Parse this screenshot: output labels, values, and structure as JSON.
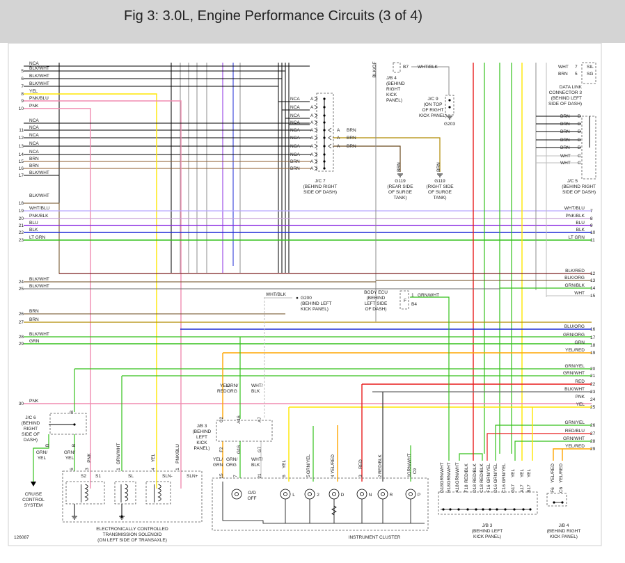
{
  "header": {
    "title": "Fig 3: 3.0L, Engine Performance Circuits (3 of 4)"
  },
  "colors": {
    "black": "#000000",
    "brown": "#8b5a2b",
    "darkbrown": "#6b4a1e",
    "yellow": "#ffe600",
    "pink": "#f08cb0",
    "violet": "#8a2be2",
    "blue": "#1f2bd6",
    "green": "#34c11a",
    "red": "#e81c1c",
    "gray": "#8c8c8c",
    "lightgray": "#bdbdbd",
    "mustard": "#b08a00",
    "orange": "#ffa500",
    "darkred": "#7a1f1f"
  },
  "left_pins": [
    {
      "pin": "",
      "label": "NCA"
    },
    {
      "pin": "5",
      "label": "BLK/WHT"
    },
    {
      "pin": "6",
      "label": "BLK/WHT"
    },
    {
      "pin": "7",
      "label": "BLK/WHT"
    },
    {
      "pin": "8",
      "label": "YEL"
    },
    {
      "pin": "9",
      "label": "PNK/BLU"
    },
    {
      "pin": "10",
      "label": "PNK"
    },
    {
      "pin": "",
      "label": "NCA"
    },
    {
      "pin": "11",
      "label": "NCA"
    },
    {
      "pin": "12",
      "label": "NCA"
    },
    {
      "pin": "13",
      "label": "NCA"
    },
    {
      "pin": "14",
      "label": "NCA"
    },
    {
      "pin": "15",
      "label": "BRN"
    },
    {
      "pin": "16",
      "label": "BRN"
    },
    {
      "pin": "17",
      "label": "BLK/WHT"
    },
    {
      "pin": "",
      "label": "BLK/WHT"
    },
    {
      "pin": "18",
      "label": ""
    },
    {
      "pin": "19",
      "label": "WHT/BLU"
    },
    {
      "pin": "20",
      "label": "PNK/BLK"
    },
    {
      "pin": "21",
      "label": "BLU"
    },
    {
      "pin": "22",
      "label": "BLK"
    },
    {
      "pin": "23",
      "label": "LT GRN"
    },
    {
      "pin": "24",
      "label": "BLK/WHT"
    },
    {
      "pin": "25",
      "label": "BLK/WHT"
    },
    {
      "pin": "26",
      "label": "BRN"
    },
    {
      "pin": "27",
      "label": "BRN"
    },
    {
      "pin": "28",
      "label": "BLK/WHT"
    },
    {
      "pin": "29",
      "label": "GRN"
    },
    {
      "pin": "30",
      "label": "PNK"
    }
  ],
  "right_pins": [
    {
      "pin": "7",
      "label": "WHT/BLU"
    },
    {
      "pin": "8",
      "label": "PNK/BLK"
    },
    {
      "pin": "9",
      "label": "BLU"
    },
    {
      "pin": "10",
      "label": "BLK"
    },
    {
      "pin": "11",
      "label": "LT GRN"
    },
    {
      "pin": "12",
      "label": "BLK/RED"
    },
    {
      "pin": "13",
      "label": "BLK/ORG"
    },
    {
      "pin": "14",
      "label": "GRN/BLK"
    },
    {
      "pin": "15",
      "label": "WHT"
    },
    {
      "pin": "16",
      "label": "BLU/ORG"
    },
    {
      "pin": "17",
      "label": "GRN/ORG"
    },
    {
      "pin": "18",
      "label": "GRN"
    },
    {
      "pin": "19",
      "label": "YEL/RED"
    },
    {
      "pin": "20",
      "label": "GRN/YEL"
    },
    {
      "pin": "21",
      "label": "GRN/WHT"
    },
    {
      "pin": "22",
      "label": "RED"
    },
    {
      "pin": "23",
      "label": "BLK/WHT"
    },
    {
      "pin": "24",
      "label": "PNK"
    },
    {
      "pin": "25",
      "label": "YEL"
    },
    {
      "pin": "26",
      "label": "GRN/YEL"
    },
    {
      "pin": "27",
      "label": "RED/BLU"
    },
    {
      "pin": "28",
      "label": "GRN/WHT"
    },
    {
      "pin": "29",
      "label": "YEL/RED"
    }
  ],
  "jc7": {
    "wires": [
      "NCA",
      "NCA",
      "NCA",
      "NCA",
      "NCA",
      "NCA",
      "NCA",
      "NCA",
      "BRN",
      "BRN"
    ],
    "pin": "A",
    "out_labels": [
      "BRN",
      "BRN",
      "BRN"
    ],
    "caption": [
      "J/C 7",
      "(BEHIND RIGHT",
      "SIDE OF DASH)"
    ]
  },
  "g119_rear": {
    "wire": "BRN",
    "caption": [
      "G119",
      "(REAR SIDE",
      "OF SURGE",
      "TANK)"
    ]
  },
  "g119_right": {
    "wire": "BRN",
    "caption": [
      "G119",
      "(RIGHT SIDE",
      "OF SURGE",
      "TANK)"
    ]
  },
  "jb4_top": {
    "pin": "B7",
    "wire": "WHT/BLK",
    "side_label": "BLK/OF",
    "caption": [
      "J/B 4",
      "(BEHIND",
      "RIGHT",
      "KICK",
      "PANEL)"
    ]
  },
  "jc9": {
    "caption": [
      "J/C 9",
      "(ON TOP",
      "OF RIGHT",
      "KICK PANEL)"
    ],
    "ground": "G203"
  },
  "data_link": {
    "rows": [
      {
        "wire": "WHT",
        "pin": "7",
        "term": "SIL"
      },
      {
        "wire": "BRN",
        "pin": "5",
        "term": "SG"
      }
    ],
    "caption": [
      "DATA LINK",
      "CONNECTOR 3",
      "(BEHIND LEFT",
      "SIDE OF DASH)"
    ]
  },
  "jc5": {
    "rows": [
      {
        "wire": "BRN",
        "pin": "B"
      },
      {
        "wire": "BRN",
        "pin": "B"
      },
      {
        "wire": "BRN",
        "pin": "B"
      },
      {
        "wire": "BRN",
        "pin": "B"
      },
      {
        "wire": "BRN",
        "pin": "B"
      },
      {
        "wire": "WHT",
        "pin": "C"
      },
      {
        "wire": "WHT",
        "pin": "C"
      }
    ],
    "caption": [
      "J/C 5",
      "(BEHIND RIGHT",
      "SIDE OF DASH)"
    ]
  },
  "g200": {
    "wire": "WHT/BLK",
    "caption": [
      "G200",
      "(BEHIND LEFT",
      "KICK PANEL)"
    ]
  },
  "body_ecu": {
    "caption": [
      "BODY ECU",
      "(BEHIND",
      "LEFT SIDE",
      "OF DASH)"
    ],
    "pin_f": "F",
    "pin_1": "1",
    "pin_b4": "B4",
    "wire": "GRN/WHT"
  },
  "jc6": {
    "pin_b": "B",
    "caption": [
      "J/C 6",
      "(BEHIND",
      "RIGHT",
      "SIDE OF",
      "DASH)"
    ],
    "wires": [
      "GRN/",
      "YEL",
      "GRN/",
      "YEL"
    ]
  },
  "jb3_left": {
    "pins": [
      "C2",
      "A16",
      "A7",
      "F2",
      "G16",
      "G7"
    ],
    "caption": [
      "J/B 3",
      "(BEHIND",
      "LEFT",
      "KICK",
      "PANEL)"
    ],
    "labels_top": [
      "YEL/",
      "GRN/",
      "WHT/",
      "RED",
      "ORG",
      "BLK"
    ],
    "labels_bot": [
      "YEL/",
      "GRN/",
      "WHT/",
      "GRN",
      "ORG",
      "BLK"
    ]
  },
  "cruise": {
    "caption": [
      "CRUISE",
      "CONTROL",
      "SYSTEM"
    ]
  },
  "solenoid": {
    "pins": [
      "6",
      "3",
      "1",
      "7",
      "4",
      "1"
    ],
    "wires": [
      "PNK",
      "GRN/WHT",
      "YEL",
      "PNK/BLU"
    ],
    "terms": [
      "S2",
      "S1",
      "SL",
      "SLN-",
      "SLN+"
    ],
    "caption": [
      "ELECTRONICALLY CONTROLLED",
      "TRANSMISSION SOLENOID",
      "(ON LEFT SIDE OF TRANSAXLE)"
    ]
  },
  "cluster": {
    "pins": [
      "15",
      "7",
      "21",
      "6",
      "5",
      "4",
      "3",
      "2",
      "1",
      "C9"
    ],
    "wires": [
      "YEL",
      "GRN/YEL",
      "YEL/RED",
      "RED",
      "RED/BLK",
      "GRN/WHT"
    ],
    "od_label": [
      "O/D",
      "OFF"
    ],
    "lamps": [
      "L",
      "2",
      "D",
      "N",
      "R",
      "P"
    ],
    "caption": "INSTRUMENT CLUSTER"
  },
  "jb3_right": {
    "pins": [
      "G18",
      "H18",
      "A18",
      "F18",
      "D18",
      "C18",
      "F16",
      "D16",
      "C16",
      "G17",
      "A17",
      "B17"
    ],
    "wires": [
      "GRN/WHT",
      "GRN/WHT",
      "GRN/WHT",
      "RED/BLK",
      "RED/BLK",
      "RED/BLK",
      "GRN/YEL",
      "GRN/YEL",
      "GRN/YEL",
      "YEL",
      "YEL",
      "YEL"
    ],
    "caption": [
      "J/B 3",
      "(BEHIND LEFT",
      "KICK PANEL)"
    ]
  },
  "jb4_bottom": {
    "pins": [
      "F6",
      "C6"
    ],
    "wires": [
      "YEL/RED",
      "YEL/RED"
    ],
    "caption": [
      "J/B 4",
      "(BEHIND RIGHT",
      "KICK PANEL)"
    ]
  },
  "figure_id": "126087"
}
